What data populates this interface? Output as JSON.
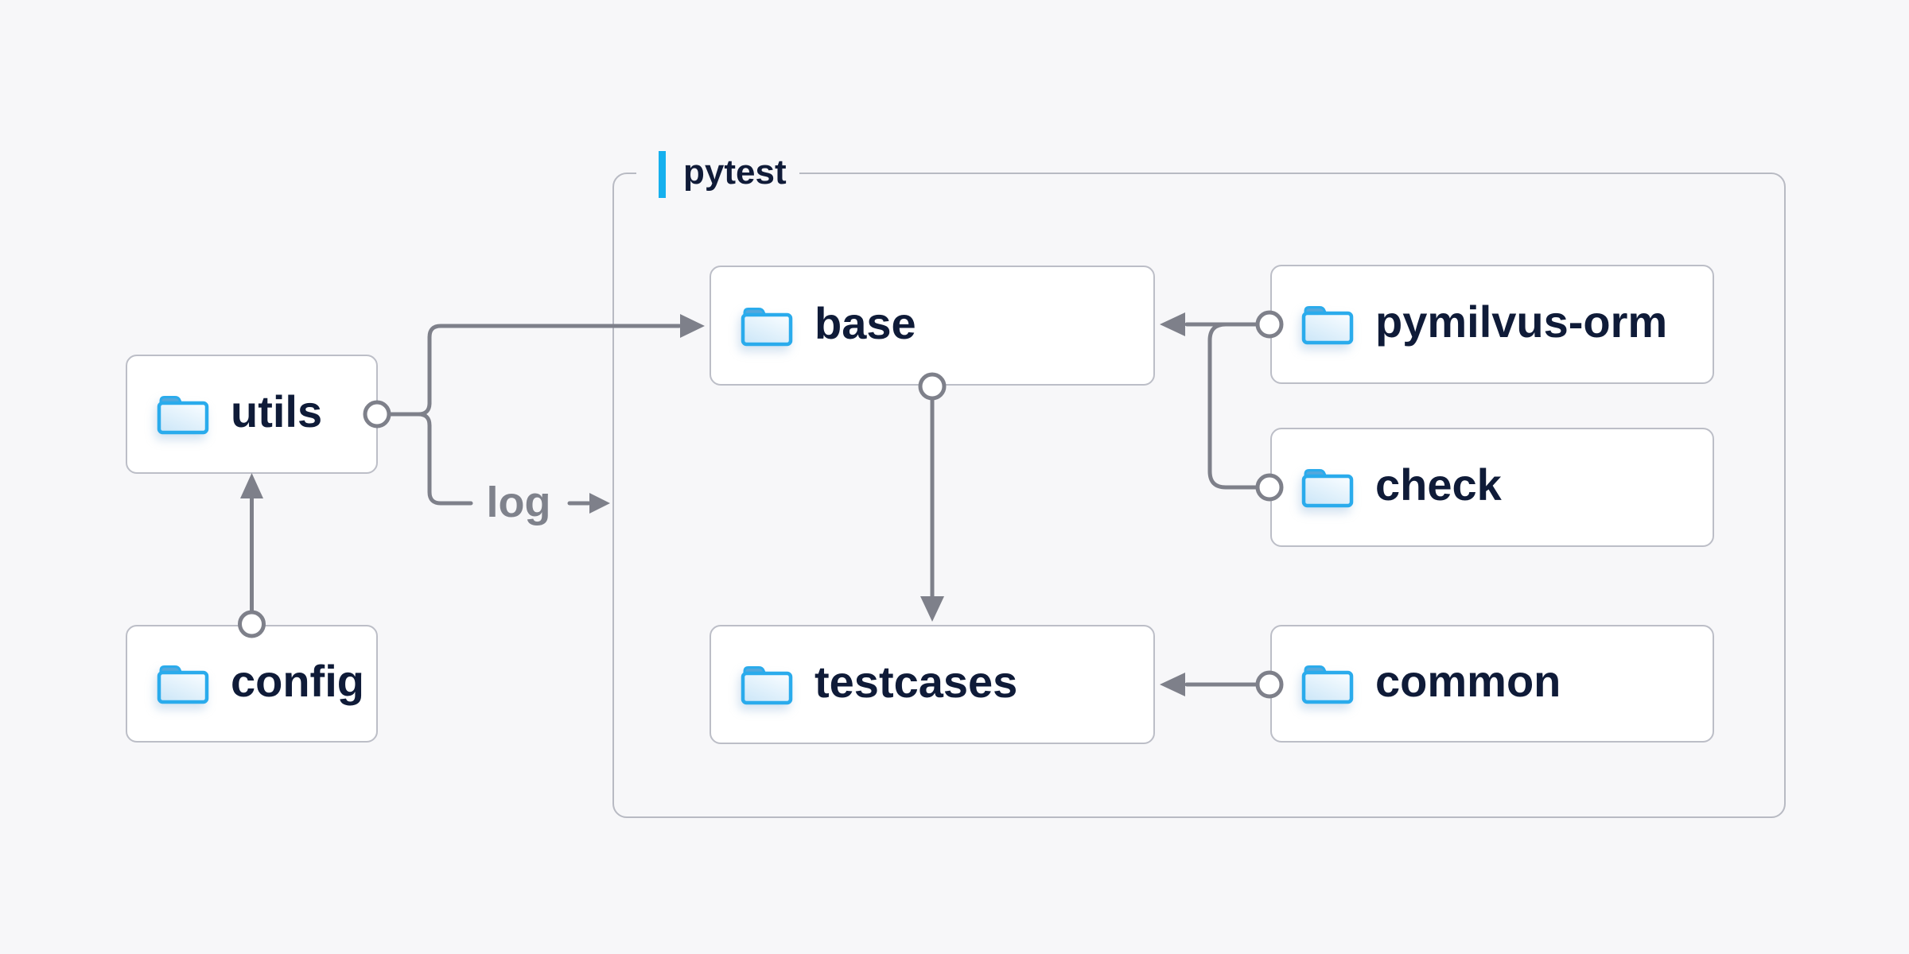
{
  "diagram": {
    "group": {
      "label": "pytest"
    },
    "nodes": [
      {
        "id": "utils",
        "label": "utils",
        "icon": "folder-icon",
        "in_group": false
      },
      {
        "id": "config",
        "label": "config",
        "icon": "folder-icon",
        "in_group": false
      },
      {
        "id": "base",
        "label": "base",
        "icon": "folder-icon",
        "in_group": true
      },
      {
        "id": "pymilvus-orm",
        "label": "pymilvus-orm",
        "icon": "folder-icon",
        "in_group": true
      },
      {
        "id": "check",
        "label": "check",
        "icon": "folder-icon",
        "in_group": true
      },
      {
        "id": "testcases",
        "label": "testcases",
        "icon": "folder-icon",
        "in_group": true
      },
      {
        "id": "common",
        "label": "common",
        "icon": "folder-icon",
        "in_group": true
      }
    ],
    "edges": [
      {
        "from": "config",
        "to": "utils",
        "label": ""
      },
      {
        "from": "utils",
        "to": "base",
        "label": ""
      },
      {
        "from": "utils",
        "to": "pytest-group",
        "label": "log"
      },
      {
        "from": "pymilvus-orm",
        "to": "base",
        "label": ""
      },
      {
        "from": "check",
        "to": "base",
        "label": ""
      },
      {
        "from": "base",
        "to": "testcases",
        "label": ""
      },
      {
        "from": "common",
        "to": "testcases",
        "label": ""
      }
    ],
    "colors": {
      "background": "#f7f7f9",
      "node_background": "#ffffff",
      "node_border": "#bcbec7",
      "group_border": "#b8bac3",
      "connector_gray": "#7e808a",
      "text_navy": "#0f1b38",
      "edge_label_gray": "#7f828c",
      "accent_blue": "#16b0ee",
      "folder_stroke_blue": "#2aabec",
      "folder_tab_blue": "#53a8dd"
    }
  }
}
